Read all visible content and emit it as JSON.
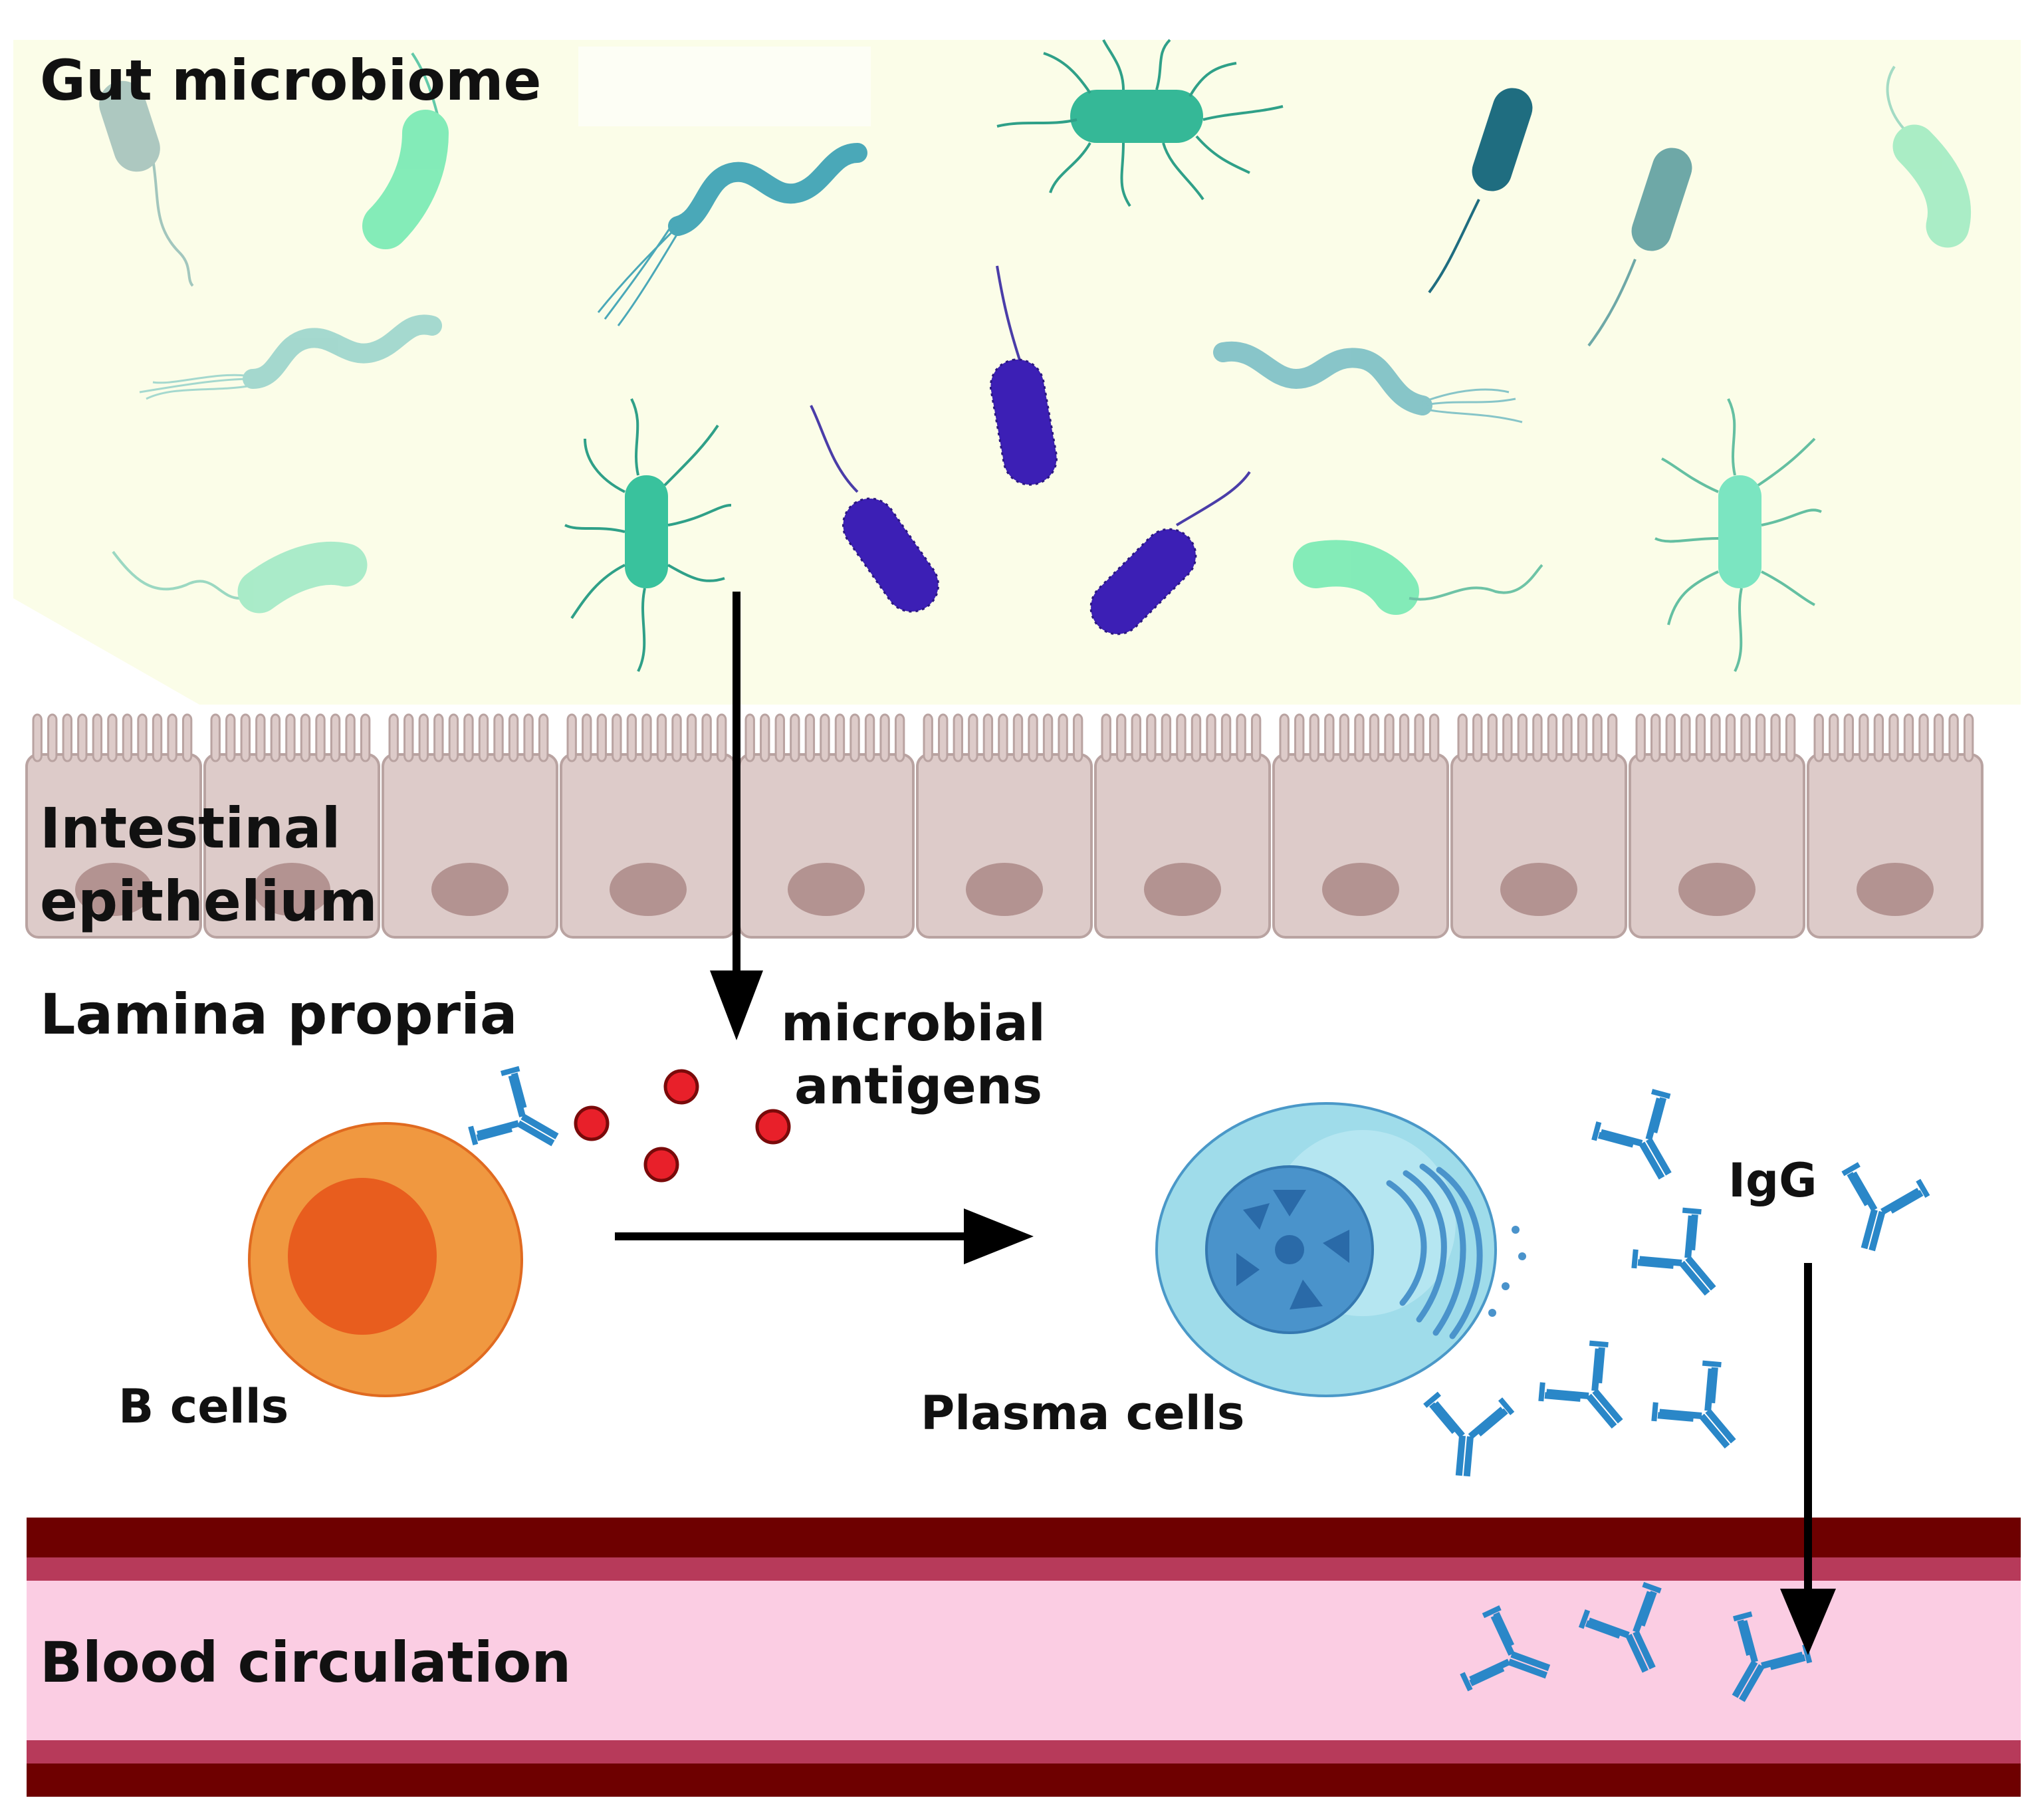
{
  "labels": {
    "gut_microbiome": "Gut microbiome",
    "intestinal_line1": "Intestinal",
    "intestinal_line2": "epithelium",
    "lamina_propria": "Lamina propria",
    "antigens_line1": "microbial",
    "antigens_line2": "antigens",
    "b_cells": "B cells",
    "plasma_cells": "Plasma cells",
    "igg": "IgG",
    "blood_circulation": "Blood circulation"
  },
  "colors": {
    "microbiome_bg": "#fbfde8",
    "epithelium_fill": "#ddcbc9",
    "epithelium_stroke": "#b9a3a1",
    "nucleus": "#b39391",
    "b_cell": "#f09840",
    "b_cell_nucleus": "#e85d1e",
    "plasma_cell": "#9fdcea",
    "plasma_nucleus": "#4a93cb",
    "antibody": "#2a87c8",
    "antigen": "#e8202a",
    "vessel_wall": "#6e0000",
    "vessel_wall_inner": "#b73a5a",
    "blood": "#fbcde3",
    "arrow": "#000000"
  },
  "icons": {
    "bacteria": "bacterium-icon",
    "antibody": "antibody-icon",
    "antigen": "antigen-icon"
  }
}
